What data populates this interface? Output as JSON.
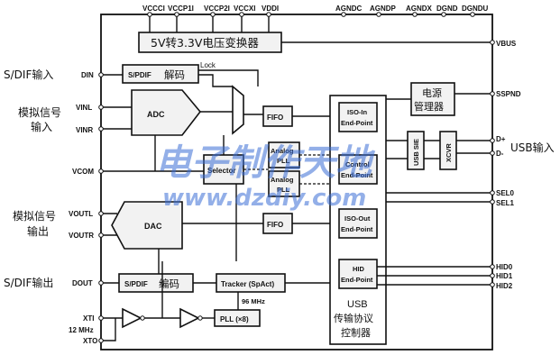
{
  "top_pins": [
    "VCCCI",
    "VCCP1I",
    "VCCP2I",
    "VCCXI",
    "VDDI",
    "AGNDC",
    "AGNDP",
    "AGNDX",
    "DGND",
    "DGNDU"
  ],
  "converter": "5V转3.3V电压变换器",
  "vbus": "VBUS",
  "left": {
    "spdif_in": "S/DIF输入",
    "din": "DIN",
    "analog_in_1": "模拟信号",
    "analog_in_2": "输入",
    "vinl": "VINL",
    "vinr": "VINR",
    "vcom": "VCOM",
    "analog_out_1": "模拟信号",
    "analog_out_2": "输出",
    "voutl": "VOUTL",
    "voutr": "VOUTR",
    "spdif_out": "S/DIF输出",
    "dout": "DOUT",
    "xti": "XTI",
    "mhz": "12 MHz",
    "xto": "XTO"
  },
  "blocks": {
    "spdif_dec_a": "S/PDIF",
    "spdif_dec_b": "解码",
    "lock": "Lock",
    "adc": "ADC",
    "fifo1": "FIFO",
    "fifo2": "FIFO",
    "analog_pll_1": "Analog",
    "analog_pll_2": "PLL",
    "analog_pll2_1": "Analog",
    "analog_pll2_2": "PLL",
    "selector": "Selector",
    "dac": "DAC",
    "spdif_enc_a": "S/PDIF",
    "spdif_enc_b": "编码",
    "tracker": "Tracker (SpAct)",
    "mhz96": "96 MHz",
    "pll": "PLL (×8)",
    "iso_in_1": "ISO-In",
    "iso_in_2": "End-Point",
    "control_1": "Control",
    "control_2": "End-Point",
    "iso_out_1": "ISO-Out",
    "iso_out_2": "End-Point",
    "hid_1": "HID",
    "hid_2": "End-Point",
    "usb_ctrl_1": "USB",
    "usb_ctrl_2": "传输协议",
    "usb_ctrl_3": "控制器",
    "power_1": "电源",
    "power_2": "管理器",
    "usb_sie": "USB SIE",
    "xcvr": "XCVR"
  },
  "right": {
    "sspnd": "SSPND",
    "dplus": "D+",
    "dminus": "D-",
    "usb_in": "USB输入",
    "sel0": "SEL0",
    "sel1": "SEL1",
    "hid0": "HID0",
    "hid1": "HID1",
    "hid2": "HID2"
  },
  "watermark": {
    "line1": "电子制作天地",
    "line2": "www.dzdiy.com"
  }
}
